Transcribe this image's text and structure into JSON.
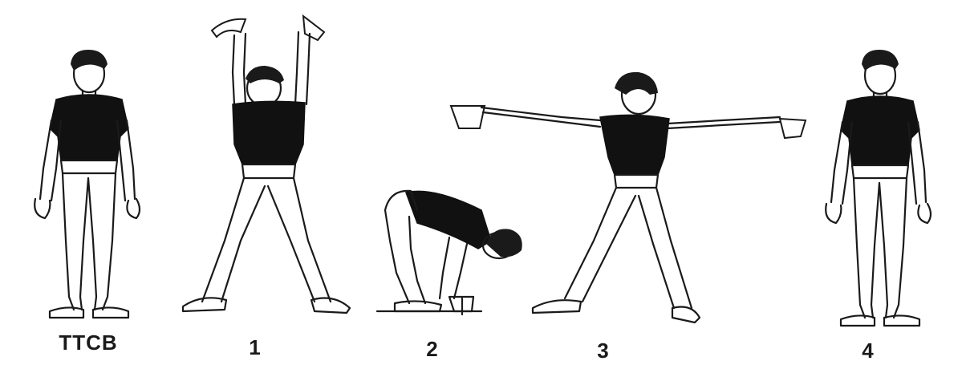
{
  "figures": [
    {
      "label": "TTCB",
      "pose": "standing"
    },
    {
      "label": "1",
      "pose": "arms-raised-with-flags"
    },
    {
      "label": "2",
      "pose": "forward-bend-touching-ground"
    },
    {
      "label": "3",
      "pose": "arms-extended-sideways-with-flags"
    },
    {
      "label": "4",
      "pose": "standing"
    }
  ],
  "colors": {
    "ink": "#1a1a1a",
    "shirt": "#111111",
    "paper": "#ffffff"
  }
}
